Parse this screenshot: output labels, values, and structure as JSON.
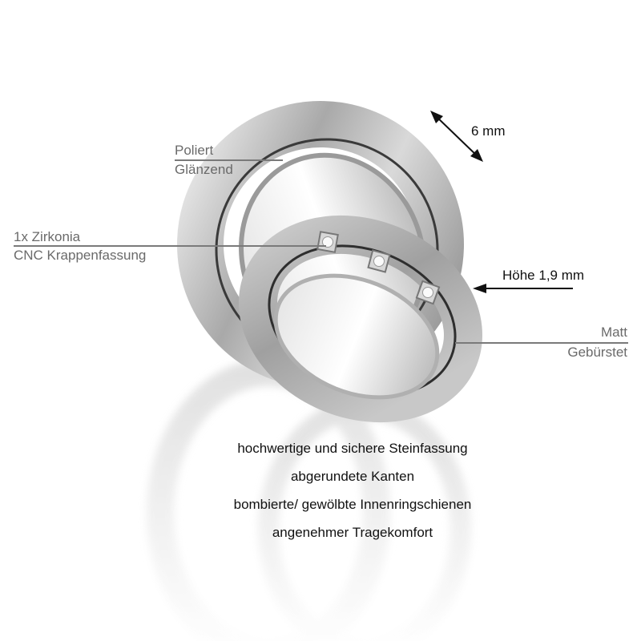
{
  "image": {
    "subject": "pair of brushed silver wedding rings",
    "background": "#ffffff"
  },
  "callouts": {
    "polished": {
      "line1": "Poliert",
      "line2": "Glänzend"
    },
    "stone": {
      "line1": "1x Zirkonia",
      "line2": "CNC Krappenfassung"
    },
    "matte": {
      "line1": "Matt",
      "line2": "Gebürstet"
    }
  },
  "dimensions": {
    "width": {
      "label": "6 mm",
      "icon": "double-arrow-diagonal"
    },
    "height": {
      "label": "Höhe 1,9 mm",
      "icon": "arrow-left"
    }
  },
  "features": [
    "hochwertige und sichere Steinfassung",
    "abgerundete Kanten",
    "bombierte/ gewölbte Innenringschienen",
    "angenehmer Tragekomfort"
  ],
  "colors": {
    "callout_text": "#6a6a6a",
    "callout_line": "#7a7a7a",
    "dimension_text": "#111111",
    "metal_light": "#e8e8e8",
    "metal_dark": "#8a8a8a"
  }
}
